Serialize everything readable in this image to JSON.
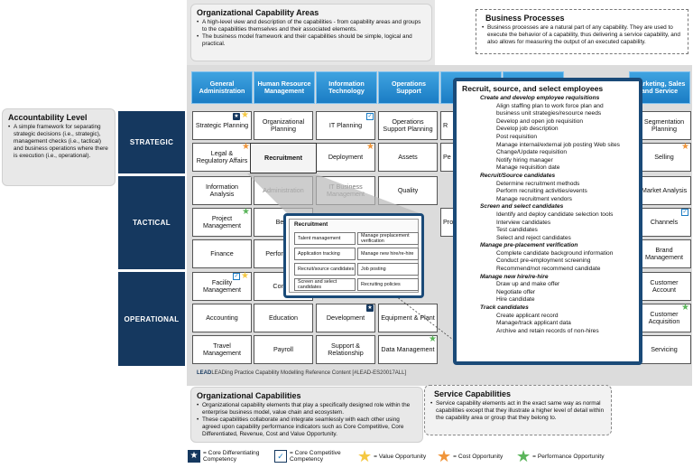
{
  "capability_areas": {
    "title": "Organizational Capability Areas",
    "bullets": [
      "A high-level view and description of the capabilities - from capability areas and groups to the capabilities themselves and their associated elements.",
      "The business model framework and their capabilities should be simple, logical and practical."
    ]
  },
  "business_processes": {
    "title": "Business Processes",
    "bullets": [
      "Business processes are a natural part of any capability. They are used to execute the behavior of a capability, thus delivering a service capability, and also allows for measuring the output of an executed capability."
    ]
  },
  "accountability": {
    "title": "Accountability Level",
    "bullets": [
      "A simple framework for separating strategic decisions (i.e., strategic), management checks (i.e., tactical) and business operations where there is execution (i.e., operational)."
    ]
  },
  "columns": [
    "General Administration",
    "Human Resource Management",
    "Information Technology",
    "Operations Support",
    "D",
    "",
    "Marketing, Sales and Service"
  ],
  "rows": [
    "STRATEGIC",
    "TACTICAL",
    "OPERATIONAL"
  ],
  "cells": {
    "c0": [
      "Strategic Planning",
      "Legal & Regulatory Affairs",
      "Information Analysis",
      "Project Management",
      "Finance",
      "Facility Management",
      "Accounting",
      "Travel Management"
    ],
    "c1": [
      "Organizational Planning",
      "Recruitment",
      "Administration",
      "Bene",
      "Perfor Evalu",
      "Compe",
      "Education",
      "Payroll"
    ],
    "c2": [
      "IT Planning",
      "Deployment",
      "IT Business Management",
      "",
      "",
      "",
      "Development",
      "Support & Relationship"
    ],
    "c3": [
      "Operations Support Planning",
      "Assets",
      "Quality",
      "",
      "",
      "",
      "Equipment & Plant",
      "Data Management"
    ],
    "c4": [
      "R",
      "Pe",
      "",
      "Pro",
      "",
      "",
      "",
      ""
    ],
    "c6": [
      "Segmentation Planning",
      "Selling",
      "Market Analysis",
      "Channels",
      "Brand Management",
      "Customer Account",
      "Customer Acquisition",
      "Servicing"
    ]
  },
  "footer": "LEADing Practice Capability Modelling Reference Content [#LEAD-ES20017ALL]",
  "footer_logo": "LEAD",
  "org_capabilities": {
    "title": "Organizational Capabilities",
    "bullets": [
      "Organizational capability elements that play a specifically designed role within the enterprise business model, value chain and ecosystem.",
      "These capabilities collaborate and integrate seamlessly with each other using agreed upon capability performance indicators such as Core Competitive, Core Differentiated, Revenue, Cost and Value Opportunity."
    ]
  },
  "service_capabilities": {
    "title": "Service Capabilities",
    "bullets": [
      "Service capability elements act in the exact same way as normal capabilities except that they illustrate a higher level of detail within the capability area or group that they belong to."
    ]
  },
  "recruitment_mini": {
    "title": "Recruitment",
    "items": [
      "Talent management",
      "Manage preplacement verification",
      "Application tracking",
      "Manage new hire/re-hire",
      "Recruit/source candidates",
      "Job posting",
      "Screen and select candidates",
      "Recruiting policies"
    ]
  },
  "process_popup": {
    "title": "Recruit, source, and select employees",
    "lines": [
      {
        "t": "sec",
        "v": "Create and develop employee requisitions"
      },
      {
        "t": "it",
        "v": "Align staffing plan to work force plan and"
      },
      {
        "t": "it",
        "v": "business unit strategies/resource needs"
      },
      {
        "t": "it",
        "v": "Develop and open job requisition"
      },
      {
        "t": "it",
        "v": "Develop job description"
      },
      {
        "t": "it",
        "v": "Post requisition"
      },
      {
        "t": "it",
        "v": "Manage internal/external job posting Web sites"
      },
      {
        "t": "it",
        "v": "Change/Update requisition"
      },
      {
        "t": "it",
        "v": "Notify hiring manager"
      },
      {
        "t": "it",
        "v": "Manage requisition date"
      },
      {
        "t": "sec",
        "v": "Recruit/Source candidates"
      },
      {
        "t": "it",
        "v": "Determine recruitment methods"
      },
      {
        "t": "it",
        "v": "Perform recruiting activities/events"
      },
      {
        "t": "it",
        "v": "Manage recruitment vendors"
      },
      {
        "t": "sec",
        "v": "Screen and select candidates"
      },
      {
        "t": "it",
        "v": "Identify and deploy candidate selection tools"
      },
      {
        "t": "it",
        "v": "Interview candidates"
      },
      {
        "t": "it",
        "v": "Test candidates"
      },
      {
        "t": "it",
        "v": "Select and reject candidates"
      },
      {
        "t": "sec",
        "v": "Manage pre-placement verification"
      },
      {
        "t": "it",
        "v": "Complete candidate background information"
      },
      {
        "t": "it",
        "v": "Conduct pre-employment screening"
      },
      {
        "t": "it",
        "v": "Recommend/not recommend candidate"
      },
      {
        "t": "sec",
        "v": "Manage new hire/re-hire"
      },
      {
        "t": "it",
        "v": "Draw up and make offer"
      },
      {
        "t": "it",
        "v": "Negotiate offer"
      },
      {
        "t": "it",
        "v": "Hire candidate"
      },
      {
        "t": "sec",
        "v": "Track candidates"
      },
      {
        "t": "it",
        "v": "Create applicant record"
      },
      {
        "t": "it",
        "v": "Manage/track applicant data"
      },
      {
        "t": "it",
        "v": "Archive and retain records of non-hires"
      }
    ]
  },
  "legend": [
    {
      "label": "= Core Differentiating Competency",
      "icon": "star-square-icon",
      "color": "#15385f"
    },
    {
      "label": "= Core Competitive Competency",
      "icon": "check-square-icon",
      "color": "#1a7cc4"
    },
    {
      "label": "= Value Opportunity",
      "icon": "star-icon",
      "color": "#f5c842"
    },
    {
      "label": "= Cost Opportunity",
      "icon": "star-icon",
      "color": "#f0953a"
    },
    {
      "label": "= Performance Opportunity",
      "icon": "star-icon",
      "color": "#5bb55b"
    }
  ]
}
